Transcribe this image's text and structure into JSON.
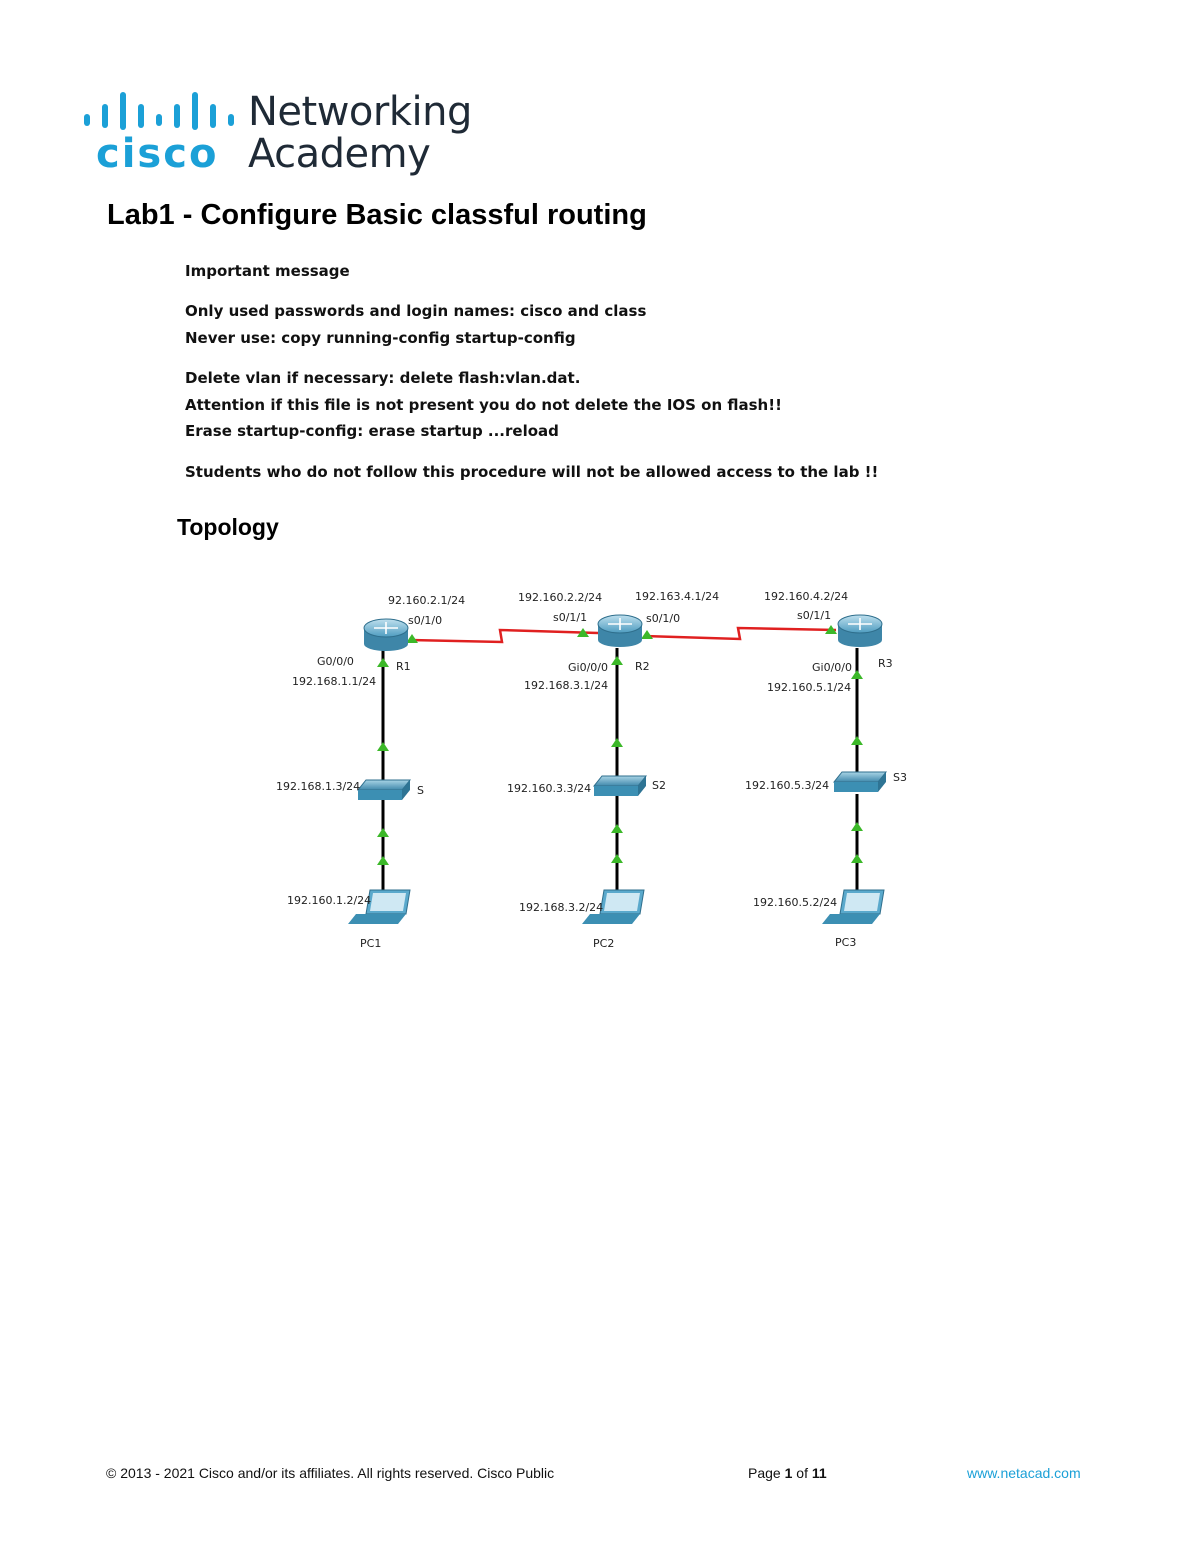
{
  "logo": {
    "brand": "cisco",
    "line1": "Networking",
    "line2": "Academy",
    "color": "#1ba0d7"
  },
  "title": "Lab1 - Configure Basic classful routing",
  "messages": {
    "heading": "Important message",
    "line1": "Only used passwords and login names: cisco and class",
    "line2": "Never use: copy running-config startup-config",
    "line3": "Delete vlan if necessary: delete flash:vlan.dat.",
    "line4": "Attention if this file is not present you do not delete the IOS on flash!!",
    "line5": "Erase startup-config: erase startup ...reload",
    "line6": "Students who do not follow this procedure will not be allowed access to the lab !!"
  },
  "topology": {
    "heading": "Topology",
    "colors": {
      "serial_link": "#e02020",
      "ethernet_link": "#000000",
      "port_up": "#3cb829",
      "device": "#3c8fb3"
    },
    "routers": [
      {
        "name": "R1",
        "lan_port": "G0/0/0",
        "lan_ip": "192.168.1.1/24",
        "wan_ip": "92.160.2.1/24",
        "wan_port": "s0/1/0"
      },
      {
        "name": "R2",
        "lan_port": "Gi0/0/0",
        "lan_ip": "192.168.3.1/24",
        "wan_left_ip": "192.160.2.2/24",
        "wan_left_port": "s0/1/1",
        "wan_right_ip": "192.163.4.1/24",
        "wan_right_port": "s0/1/0"
      },
      {
        "name": "R3",
        "lan_port": "Gi0/0/0",
        "lan_ip": "192.160.5.1/24",
        "wan_ip": "192.160.4.2/24",
        "wan_port": "s0/1/1"
      }
    ],
    "switches": [
      {
        "name": "S",
        "ip": "192.168.1.3/24"
      },
      {
        "name": "S2",
        "ip": "192.160.3.3/24"
      },
      {
        "name": "S3",
        "ip": "192.160.5.3/24"
      }
    ],
    "pcs": [
      {
        "name": "PC1",
        "ip": "192.160.1.2/24"
      },
      {
        "name": "PC2",
        "ip": "192.168.3.2/24"
      },
      {
        "name": "PC3",
        "ip": "192.160.5.2/24"
      }
    ]
  },
  "footer": {
    "copyright": "© 2013 - 2021 Cisco and/or its affiliates. All rights reserved. Cisco Public",
    "page_prefix": "Page",
    "page_current": "1",
    "page_of": "of",
    "page_total": "11",
    "website": "www.netacad.com"
  }
}
